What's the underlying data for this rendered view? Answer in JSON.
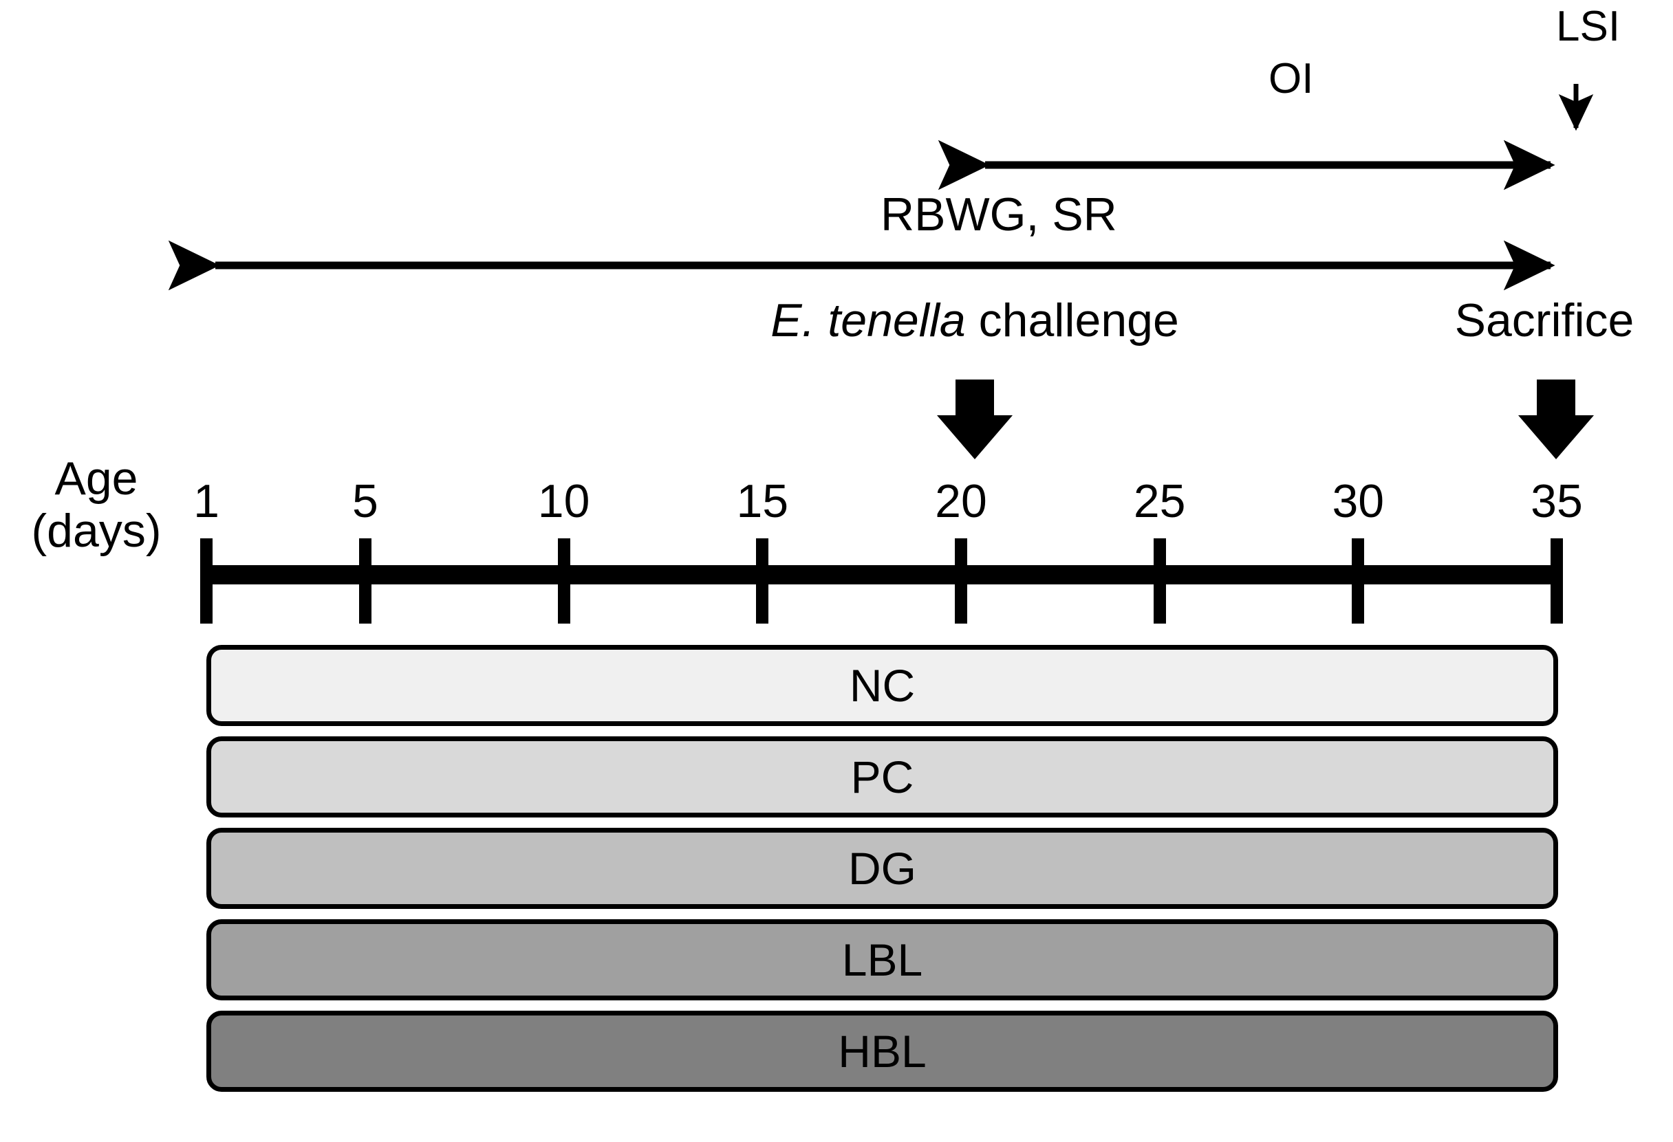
{
  "figure": {
    "type": "experimental-design-timeline",
    "title_text": null
  },
  "annotations": {
    "lsi": "LSI",
    "oi": "OI",
    "rbwg_sr": "RBWG, SR",
    "challenge_italic": "E. tenella",
    "challenge_rest": " challenge",
    "sacrifice": "Sacrifice"
  },
  "axis": {
    "caption_line1": "Age",
    "caption_line2": "(days)",
    "ticks": [
      {
        "value": "1",
        "day": 1
      },
      {
        "value": "5",
        "day": 5
      },
      {
        "value": "10",
        "day": 10
      },
      {
        "value": "15",
        "day": 15
      },
      {
        "value": "20",
        "day": 20
      },
      {
        "value": "25",
        "day": 25
      },
      {
        "value": "30",
        "day": 30
      },
      {
        "value": "35",
        "day": 35
      }
    ],
    "range": [
      1,
      35
    ]
  },
  "events": [
    {
      "name": "E. tenella challenge",
      "day": 20,
      "marker": "down-arrow"
    },
    {
      "name": "Sacrifice",
      "day": 35,
      "marker": "down-arrow"
    },
    {
      "name": "LSI",
      "day": 35,
      "marker": "thin-down-arrow"
    }
  ],
  "measurement_spans": [
    {
      "label": "OI",
      "from_day": 20,
      "to_day": 35,
      "marker": "double-headed-arrow"
    },
    {
      "label": "RBWG, SR",
      "from_day": 1,
      "to_day": 35,
      "marker": "double-headed-arrow"
    }
  ],
  "groups": [
    {
      "label": "NC",
      "color": "#f0f0f0"
    },
    {
      "label": "PC",
      "color": "#d9d9d9"
    },
    {
      "label": "DG",
      "color": "#bfbfbf"
    },
    {
      "label": "LBL",
      "color": "#a0a0a0"
    },
    {
      "label": "HBL",
      "color": "#808080"
    }
  ],
  "colors": {
    "ink": "#000000",
    "background": "#ffffff"
  }
}
